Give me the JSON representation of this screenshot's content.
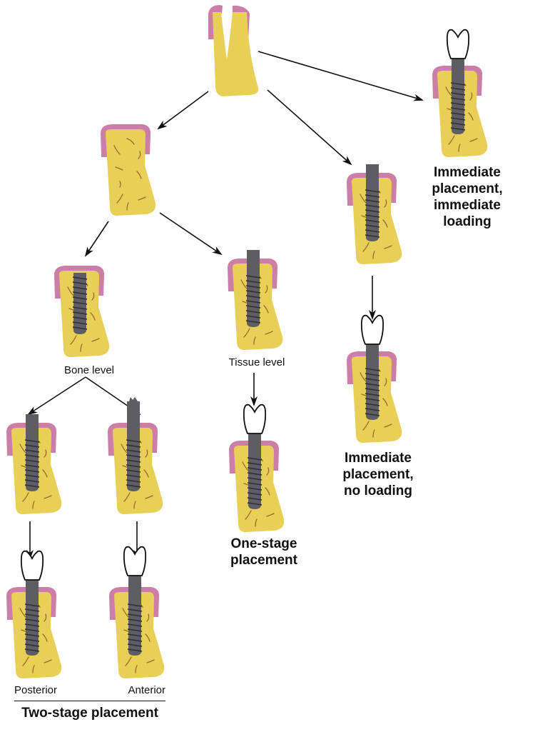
{
  "colors": {
    "bone": "#e8cf58",
    "gingiva": "#cd7ea6",
    "implant": "#5e5e62",
    "thread": "#2f2f33",
    "crown_fill": "#ffffff",
    "crown_stroke": "#111111",
    "fiber": "#9a6a2a",
    "arrow": "#111111"
  },
  "nodes": [
    {
      "id": "extraction-socket",
      "kind": "socket",
      "implant": "none",
      "crown": false
    },
    {
      "id": "healed-ridge",
      "kind": "ridge",
      "implant": "none",
      "crown": false
    },
    {
      "id": "bone-level-implant",
      "kind": "ridge",
      "implant": "bone-level",
      "crown": false
    },
    {
      "id": "tissue-level-implant",
      "kind": "ridge",
      "implant": "tissue-level",
      "crown": false
    },
    {
      "id": "immediate-implant",
      "kind": "ridge",
      "implant": "tissue-level",
      "crown": false
    },
    {
      "id": "immediate-loaded-implant",
      "kind": "ridge",
      "implant": "tissue-level",
      "crown": true
    },
    {
      "id": "posterior-abutment",
      "kind": "ridge",
      "implant": "tissue-level",
      "crown": false
    },
    {
      "id": "anterior-abutment",
      "kind": "ridge",
      "implant": "abutment",
      "crown": false
    },
    {
      "id": "one-stage-restored",
      "kind": "ridge",
      "implant": "tissue-level",
      "crown": true
    },
    {
      "id": "immediate-restored",
      "kind": "ridge",
      "implant": "tissue-level",
      "crown": true
    },
    {
      "id": "posterior-restored",
      "kind": "ridge",
      "implant": "tissue-level",
      "crown": true
    },
    {
      "id": "anterior-restored",
      "kind": "ridge",
      "implant": "abutment",
      "crown": true
    }
  ],
  "edges": [
    {
      "from": "extraction-socket",
      "to": "healed-ridge"
    },
    {
      "from": "extraction-socket",
      "to": "immediate-implant"
    },
    {
      "from": "extraction-socket",
      "to": "immediate-loaded-implant"
    },
    {
      "from": "healed-ridge",
      "to": "bone-level-implant"
    },
    {
      "from": "healed-ridge",
      "to": "tissue-level-implant"
    },
    {
      "from": "bone-level-implant",
      "to": "posterior-abutment"
    },
    {
      "from": "bone-level-implant",
      "to": "anterior-abutment"
    },
    {
      "from": "tissue-level-implant",
      "to": "one-stage-restored"
    },
    {
      "from": "immediate-implant",
      "to": "immediate-restored"
    },
    {
      "from": "posterior-abutment",
      "to": "posterior-restored"
    },
    {
      "from": "anterior-abutment",
      "to": "anterior-restored"
    }
  ],
  "labels": {
    "bone_level": "Bone level",
    "tissue_level": "Tissue level",
    "posterior": "Posterior",
    "anterior": "Anterior",
    "two_stage": "Two-stage placement",
    "one_stage": "One-stage\nplacement",
    "immediate_no_loading": "Immediate\nplacement,\nno loading",
    "immediate_immediate_loading": "Immediate\nplacement,\nimmediate\nloading"
  }
}
